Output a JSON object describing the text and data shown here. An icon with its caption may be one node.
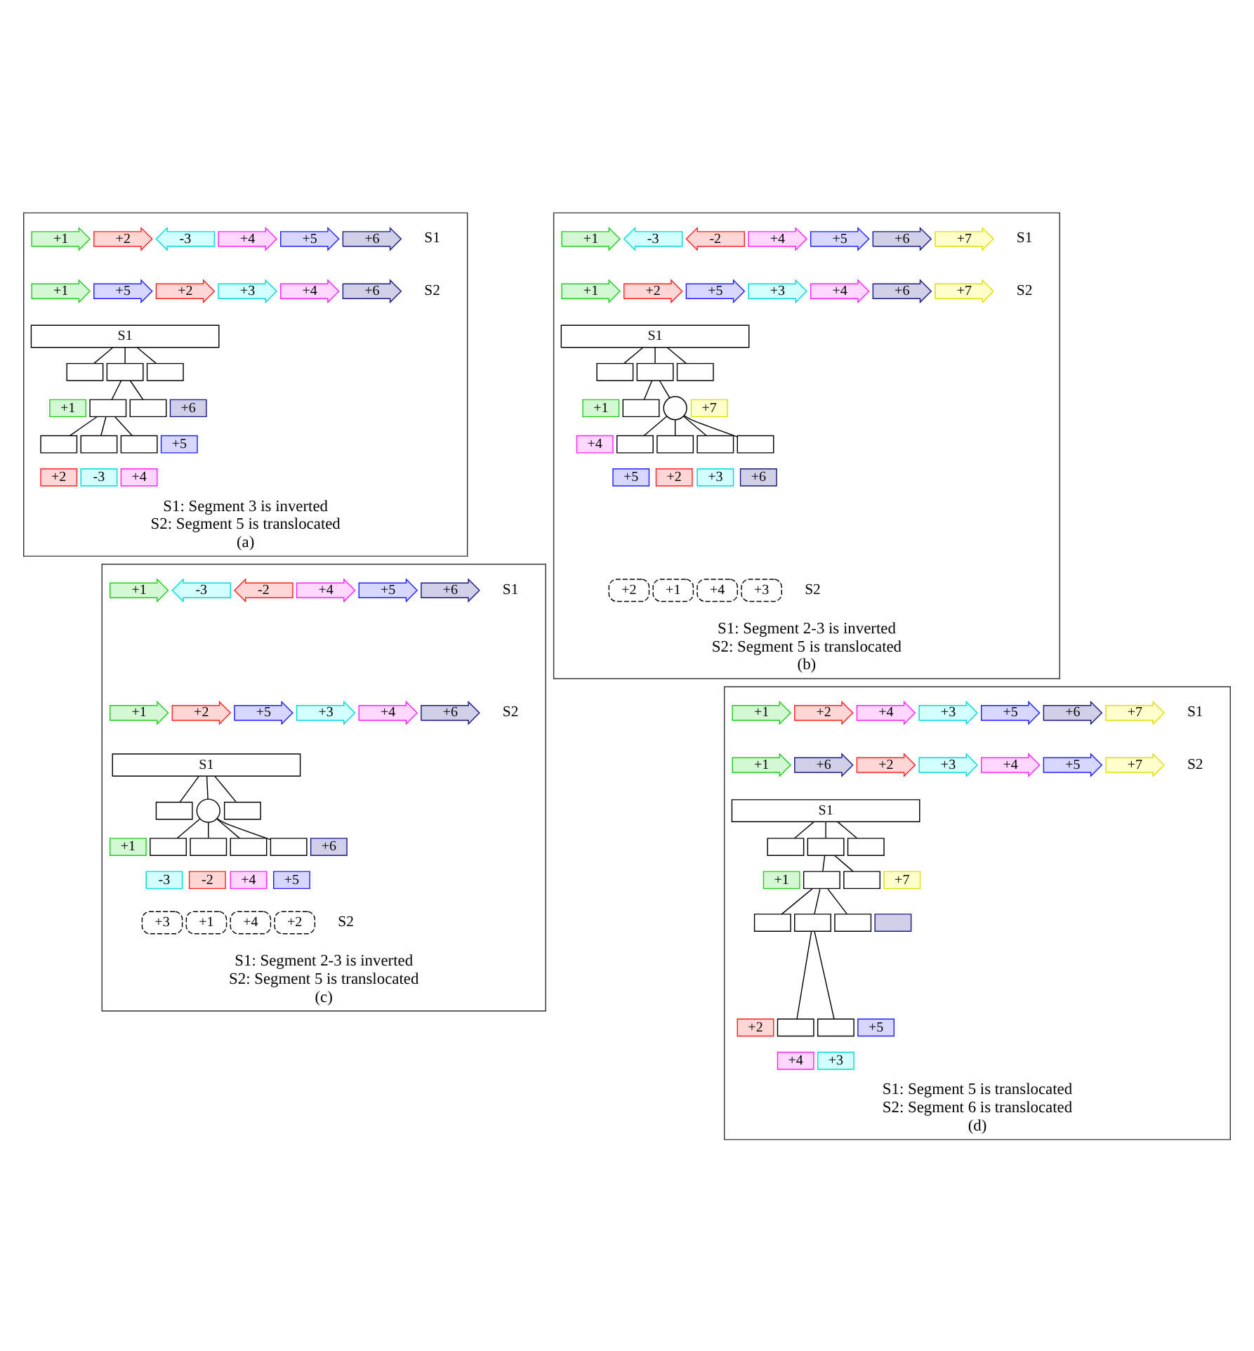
{
  "diagram": {
    "nodes": [
      {
        "text": [
          "S1: Segment 3 is inverted",
          "S2: Segment 5 is translocated",
          "(a)"
        ]
      },
      {
        "text": [
          "+1"
        ],
        "in": 0
      },
      {
        "text": [
          "+2"
        ],
        "in": 0
      },
      {
        "text": [
          "-3"
        ],
        "in": 0
      },
      {
        "text": [
          "+4"
        ],
        "in": 0
      },
      {
        "text": [
          "+5"
        ],
        "in": 0
      },
      {
        "text": [
          "+6"
        ],
        "in": 0,
        "beside": [
          "S1"
        ]
      },
      {
        "text": [
          "+1"
        ],
        "in": 0
      },
      {
        "text": [
          "+5"
        ],
        "in": 0
      },
      {
        "text": [
          "+2"
        ],
        "in": 0
      },
      {
        "text": [
          "+3"
        ],
        "in": 0
      },
      {
        "text": [
          "+4"
        ],
        "in": 0
      },
      {
        "text": [
          "+6"
        ],
        "in": 0,
        "beside": [
          "S2"
        ]
      },
      {
        "text": [
          "S1"
        ],
        "in": 0
      },
      {
        "text": [],
        "shape": "box",
        "in": 0
      },
      {
        "text": [],
        "shape": "box",
        "in": 0
      },
      {
        "text": [],
        "shape": "box",
        "in": 0
      },
      {
        "text": [
          "+1"
        ],
        "in": 0
      },
      {
        "text": [
          "+6"
        ],
        "in": 0
      },
      {
        "text": [],
        "shape": "box",
        "in": 0
      },
      {
        "text": [],
        "shape": "box",
        "in": 0
      },
      {
        "text": [
          "+5"
        ],
        "in": 0
      },
      {
        "text": [],
        "shape": "box",
        "in": 0
      },
      {
        "text": [],
        "shape": "box",
        "in": 0
      },
      {
        "text": [],
        "shape": "box",
        "in": 0
      },
      {
        "text": [
          "+2"
        ],
        "in": 0
      },
      {
        "text": [
          "-3"
        ],
        "in": 0
      },
      {
        "text": [
          "+4"
        ],
        "in": 0
      },
      {
        "text": [
          "S1: Segment 2-3 is inverted",
          "S2: Segment 5 is translocated",
          "(b)"
        ]
      },
      {
        "text": [
          "+1"
        ],
        "in": 28
      },
      {
        "text": [
          "-3"
        ],
        "in": 28
      },
      {
        "text": [
          "-2"
        ],
        "in": 28
      },
      {
        "text": [
          "+4"
        ],
        "in": 28
      },
      {
        "text": [
          "+5"
        ],
        "in": 28
      },
      {
        "text": [
          "+6"
        ],
        "in": 28
      },
      {
        "text": [
          "+7"
        ],
        "in": 28,
        "beside": [
          "S1"
        ]
      },
      {
        "text": [
          "+1"
        ],
        "in": 28
      },
      {
        "text": [
          "+2"
        ],
        "in": 28
      },
      {
        "text": [
          "+5"
        ],
        "in": 28
      },
      {
        "text": [
          "+3"
        ],
        "in": 28
      },
      {
        "text": [
          "+4"
        ],
        "in": 28
      },
      {
        "text": [
          "+6"
        ],
        "in": 28
      },
      {
        "text": [
          "+7"
        ],
        "in": 28,
        "beside": [
          "S2"
        ]
      },
      {
        "text": [
          "S1"
        ],
        "in": 28
      },
      {
        "text": [],
        "shape": "box",
        "in": 28
      },
      {
        "text": [],
        "shape": "box",
        "in": 28
      },
      {
        "text": [],
        "shape": "box",
        "in": 28
      },
      {
        "text": [
          "+1"
        ],
        "in": 28
      },
      {
        "text": [
          "+7"
        ],
        "in": 28
      },
      {
        "text": [],
        "shape": "box",
        "in": 28
      },
      {
        "text": [],
        "shape": "circle",
        "in": 28
      },
      {
        "text": [
          "+4"
        ],
        "in": 28
      },
      {
        "text": [],
        "shape": "box",
        "in": 28
      },
      {
        "text": [],
        "shape": "box",
        "in": 28
      },
      {
        "text": [],
        "shape": "box",
        "in": 28
      },
      {
        "text": [],
        "shape": "box",
        "in": 28
      },
      {
        "text": [
          "+5"
        ],
        "in": 28
      },
      {
        "text": [
          "+2"
        ],
        "in": 28
      },
      {
        "text": [
          "+3"
        ],
        "in": 28
      },
      {
        "text": [
          "+6"
        ],
        "in": 28
      },
      {
        "text": [
          "+2"
        ],
        "in": 28
      },
      {
        "text": [
          "+1"
        ],
        "in": 28
      },
      {
        "text": [
          "+4"
        ],
        "in": 28
      },
      {
        "text": [
          "+3"
        ],
        "in": 28,
        "beside": [
          "S2"
        ]
      },
      {
        "text": [
          "S1: Segment 2-3 is inverted",
          "S2: Segment 5 is translocated",
          "(c)"
        ]
      },
      {
        "text": [
          "+1"
        ],
        "in": 64
      },
      {
        "text": [
          "-3"
        ],
        "in": 64
      },
      {
        "text": [
          "-2"
        ],
        "in": 64
      },
      {
        "text": [
          "+4"
        ],
        "in": 64
      },
      {
        "text": [
          "+5"
        ],
        "in": 64
      },
      {
        "text": [
          "+6"
        ],
        "in": 64,
        "beside": [
          "S1"
        ]
      },
      {
        "text": [
          "+1"
        ],
        "in": 64
      },
      {
        "text": [
          "+2"
        ],
        "in": 64
      },
      {
        "text": [
          "+5"
        ],
        "in": 64
      },
      {
        "text": [
          "+3"
        ],
        "in": 64
      },
      {
        "text": [
          "+4"
        ],
        "in": 64
      },
      {
        "text": [
          "+6"
        ],
        "in": 64,
        "beside": [
          "S2"
        ]
      },
      {
        "text": [
          "S1"
        ],
        "in": 64
      },
      {
        "text": [],
        "shape": "box",
        "in": 64
      },
      {
        "text": [],
        "shape": "circle",
        "in": 64
      },
      {
        "text": [],
        "shape": "box",
        "in": 64
      },
      {
        "text": [
          "+1"
        ],
        "in": 64
      },
      {
        "text": [
          "+6"
        ],
        "in": 64
      },
      {
        "text": [],
        "shape": "box",
        "in": 64
      },
      {
        "text": [],
        "shape": "box",
        "in": 64
      },
      {
        "text": [],
        "shape": "box",
        "in": 64
      },
      {
        "text": [],
        "shape": "box",
        "in": 64
      },
      {
        "text": [
          "-3"
        ],
        "in": 64
      },
      {
        "text": [
          "-2"
        ],
        "in": 64
      },
      {
        "text": [
          "+4"
        ],
        "in": 64
      },
      {
        "text": [
          "+5"
        ],
        "in": 64
      },
      {
        "text": [
          "+3"
        ],
        "in": 64
      },
      {
        "text": [
          "+1"
        ],
        "in": 64
      },
      {
        "text": [
          "+4"
        ],
        "in": 64
      },
      {
        "text": [
          "+2"
        ],
        "in": 64,
        "beside": [
          "S2"
        ]
      },
      {
        "text": [
          "S1: Segment 5 is translocated",
          "S2: Segment 6 is translocated",
          "(d)"
        ]
      },
      {
        "text": [
          "+1"
        ],
        "in": 95
      },
      {
        "text": [
          "+2"
        ],
        "in": 95
      },
      {
        "text": [
          "+4"
        ],
        "in": 95
      },
      {
        "text": [
          "+3"
        ],
        "in": 95
      },
      {
        "text": [
          "+5"
        ],
        "in": 95
      },
      {
        "text": [
          "+6"
        ],
        "in": 95
      },
      {
        "text": [
          "+7"
        ],
        "in": 95,
        "beside": [
          "S1"
        ]
      },
      {
        "text": [
          "+1"
        ],
        "in": 95
      },
      {
        "text": [
          "+6"
        ],
        "in": 95
      },
      {
        "text": [
          "+2"
        ],
        "in": 95
      },
      {
        "text": [
          "+3"
        ],
        "in": 95
      },
      {
        "text": [
          "+4"
        ],
        "in": 95
      },
      {
        "text": [
          "+5"
        ],
        "in": 95
      },
      {
        "text": [
          "+7"
        ],
        "in": 95,
        "beside": [
          "S2"
        ]
      },
      {
        "text": [
          "S1"
        ],
        "in": 95
      },
      {
        "text": [],
        "shape": "box",
        "in": 95
      },
      {
        "text": [],
        "shape": "box",
        "in": 95
      },
      {
        "text": [],
        "shape": "box",
        "in": 95
      },
      {
        "text": [
          "+1"
        ],
        "in": 95
      },
      {
        "text": [
          "+7"
        ],
        "in": 95
      },
      {
        "text": [],
        "shape": "box",
        "in": 95
      },
      {
        "text": [],
        "shape": "box",
        "in": 95
      },
      {
        "text": [],
        "shape": "box",
        "in": 95
      },
      {
        "text": [],
        "shape": "box",
        "in": 95
      },
      {
        "text": [],
        "shape": "box",
        "in": 95
      },
      {
        "text": [],
        "shape": "box",
        "in": 95
      },
      {
        "text": [
          "+2"
        ],
        "in": 95
      },
      {
        "text": [
          "+5"
        ],
        "in": 95
      },
      {
        "text": [],
        "shape": "box",
        "in": 95
      },
      {
        "text": [],
        "shape": "box",
        "in": 95
      },
      {
        "text": [
          "+4"
        ],
        "in": 95
      },
      {
        "text": [
          "+3"
        ],
        "in": 95
      }
    ],
    "edges": [
      {
        "from": 13,
        "to": 14,
        "arrow": "none"
      },
      {
        "from": 13,
        "to": 15,
        "arrow": "none"
      },
      {
        "from": 13,
        "to": 16,
        "arrow": "none"
      },
      {
        "from": 15,
        "to": 19,
        "arrow": "none"
      },
      {
        "from": 15,
        "to": 20,
        "arrow": "none"
      },
      {
        "from": 19,
        "to": 22,
        "arrow": "none"
      },
      {
        "from": 19,
        "to": 23,
        "arrow": "none"
      },
      {
        "from": 19,
        "to": 24,
        "arrow": "none"
      },
      {
        "from": 43,
        "to": 44,
        "arrow": "none"
      },
      {
        "from": 43,
        "to": 45,
        "arrow": "none"
      },
      {
        "from": 43,
        "to": 46,
        "arrow": "none"
      },
      {
        "from": 45,
        "to": 49,
        "arrow": "none"
      },
      {
        "from": 45,
        "to": 50,
        "arrow": "none"
      },
      {
        "from": 50,
        "to": 52,
        "arrow": "none"
      },
      {
        "from": 50,
        "to": 53,
        "arrow": "none"
      },
      {
        "from": 50,
        "to": 54,
        "arrow": "none"
      },
      {
        "from": 50,
        "to": 55,
        "arrow": "none"
      },
      {
        "from": 77,
        "to": 78,
        "arrow": "none"
      },
      {
        "from": 77,
        "to": 79,
        "arrow": "none"
      },
      {
        "from": 77,
        "to": 80,
        "arrow": "none"
      },
      {
        "from": 79,
        "to": 83,
        "arrow": "none"
      },
      {
        "from": 79,
        "to": 84,
        "arrow": "none"
      },
      {
        "from": 79,
        "to": 85,
        "arrow": "none"
      },
      {
        "from": 79,
        "to": 86,
        "arrow": "none"
      },
      {
        "from": 110,
        "to": 111,
        "arrow": "none"
      },
      {
        "from": 110,
        "to": 112,
        "arrow": "none"
      },
      {
        "from": 110,
        "to": 113,
        "arrow": "none"
      },
      {
        "from": 112,
        "to": 116,
        "arrow": "none"
      },
      {
        "from": 112,
        "to": 117,
        "arrow": "none"
      },
      {
        "from": 116,
        "to": 119,
        "arrow": "none"
      },
      {
        "from": 116,
        "to": 120,
        "arrow": "none"
      },
      {
        "from": 116,
        "to": 121,
        "arrow": "none"
      },
      {
        "from": 120,
        "to": 124,
        "arrow": "none"
      },
      {
        "from": 120,
        "to": 125,
        "arrow": "none"
      }
    ]
  }
}
